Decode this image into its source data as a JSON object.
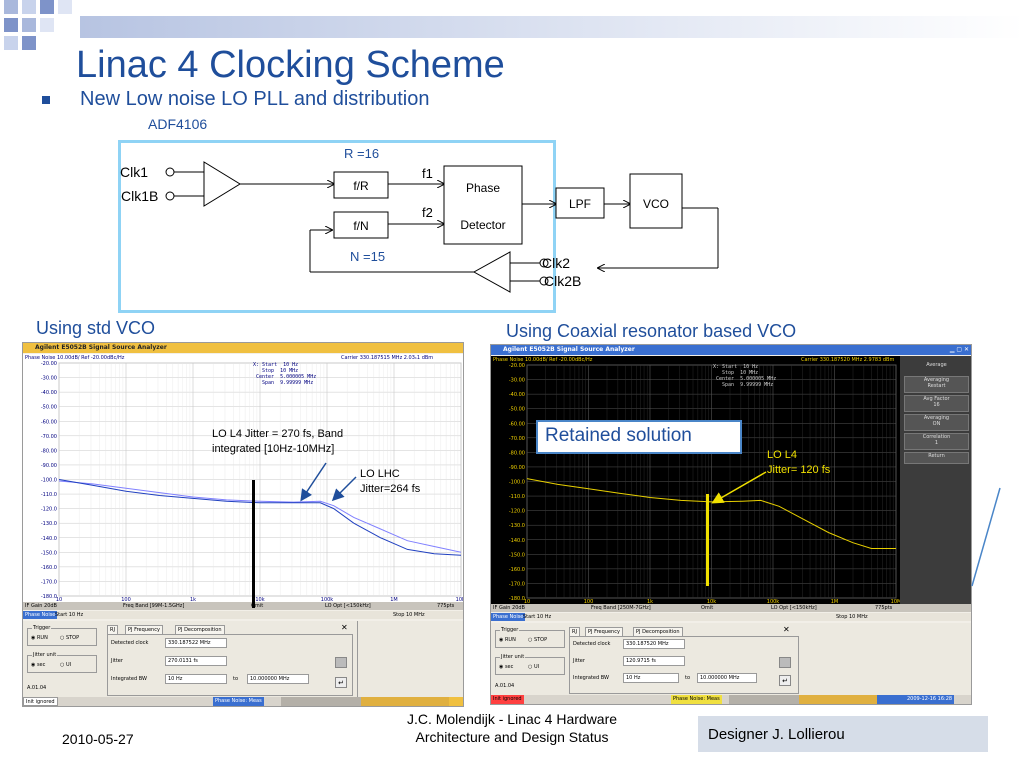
{
  "slide": {
    "title": "Linac 4 Clocking Scheme",
    "bullet": "New Low noise LO PLL and distribution",
    "chip": "ADF4106",
    "left_caption": "Using std VCO",
    "right_caption": "Using Coaxial resonator based VCO",
    "retained": "Retained solution",
    "footer_date": "2010-05-27",
    "footer_author_line1": "J.C.  Molendijk - Linac 4 Hardware",
    "footer_author_line2": "Architecture and Design Status",
    "designer": "Designer J. Lollierou",
    "accent_color": "#1f4e9b"
  },
  "diagram": {
    "clk1": "Clk1",
    "clk1b": "Clk1B",
    "clk2": "Clk2",
    "clk2b": "Clk2B",
    "r_label": "R =16",
    "n_label": "N =15",
    "f1": "f1",
    "f2": "f2",
    "div_r": "f/R",
    "div_n": "f/N",
    "pd_line1": "Phase",
    "pd_line2": "Detector",
    "lpf": "LPF",
    "vco": "VCO"
  },
  "left_analyzer": {
    "window_title": "Agilent E5052B Signal Source Analyzer",
    "plot_header": "Phase Noise 10.00dB/ Ref -20.00dBc/Hz",
    "carrier": "Carrier 330.187515 MHz      2.03₁1 dBm",
    "meas": "X: Start  10 Hz\n   Stop  10 MHz\n Center  5.000005 MHz\n   Span  9.99999 MHz",
    "y_ticks": [
      "-20.00",
      "-30.00",
      "-40.00",
      "-50.00",
      "-60.00",
      "-70.00",
      "-80.00",
      "-90.00",
      "-100.0",
      "-110.0",
      "-120.0",
      "-130.0",
      "-140.0",
      "-150.0",
      "-160.0",
      "-170.0",
      "-180.0"
    ],
    "x_ticks": [
      "10",
      "100",
      "1k",
      "10k",
      "100k",
      "1M",
      "10M"
    ],
    "status1": [
      "IF Gain 20dB",
      "Freq Band [99M-1.5GHz]",
      "Omit",
      "LO Opt [<150kHz]",
      "775pts"
    ],
    "status2": [
      "Phase Noise",
      "Start 10 Hz",
      "Stop 10 MHz"
    ],
    "annot1": "LO L4 Jitter = 270 fs, Band",
    "annot1b": "integrated [10Hz-10MHz]",
    "annot2": "LO LHC",
    "annot2b": "Jitter=264 fs",
    "trigger": "Trigger",
    "run": "RUN",
    "stop": "STOP",
    "jitter_unit": "Jitter unit",
    "sec": "sec",
    "ui": "UI",
    "version": "A.01.04",
    "tab_rj": "RJ",
    "tab_pj": "PJ Frequency",
    "tab_pjd": "PJ Decomposition",
    "detected_label": "Detected clock",
    "detected_value": "330.187522 MHz",
    "jitter_label": "Jitter",
    "jitter_value": "270.0131 fs",
    "ibw_label": "Integrated BW",
    "ibw_from": "10 Hz",
    "to_label": "to",
    "ibw_to": "10.000000 MHz",
    "init": "Init ignored",
    "bottom_meas": "Phase Noise: Meas"
  },
  "right_analyzer": {
    "window_title": "Agilent E5052B Signal Source Analyzer",
    "plot_header": "Phase Noise 10.00dB/ Ref -20.00dBc/Hz",
    "carrier": "Carrier 330.187520 MHz      2.9783 dBm",
    "meas": "X: Start  10 Hz\n   Stop  10 MHz\n Center  5.000005 MHz\n   Span  9.99999 MHz",
    "y_ticks": [
      "-20.00",
      "-30.00",
      "-40.00",
      "-50.00",
      "-60.00",
      "-70.00",
      "-80.00",
      "-90.00",
      "-100.0",
      "-110.0",
      "-120.0",
      "-130.0",
      "-140.0",
      "-150.0",
      "-160.0",
      "-170.0",
      "-180.0"
    ],
    "x_ticks": [
      "10",
      "100",
      "1k",
      "10k",
      "100k",
      "1M",
      "10M"
    ],
    "status1": [
      "IF Gain 20dB",
      "Freq Band [250M-7GHz]",
      "Omit",
      "LO Opt [<150kHz]",
      "775pts"
    ],
    "status2": [
      "Phase Noise",
      "Start 10 Hz",
      "Stop 10 MHz"
    ],
    "annot1": "LO L4",
    "annot1b": "Jitter= 120 fs",
    "side": [
      "Average",
      "Averaging",
      "Restart",
      "Avg Factor",
      "16",
      "Averaging",
      "ON",
      "Correlation",
      "1",
      "Return"
    ],
    "trigger": "Trigger",
    "run": "RUN",
    "stop": "STOP",
    "jitter_unit": "Jitter unit",
    "sec": "sec",
    "ui": "UI",
    "version": "A.01.04",
    "tab_rj": "RJ",
    "tab_pj": "PJ Frequency",
    "tab_pjd": "PJ Decomposition",
    "detected_label": "Detected clock",
    "detected_value": "330.187520 MHz",
    "jitter_label": "Jitter",
    "jitter_value": "120.9715 fs",
    "ibw_label": "Integrated BW",
    "ibw_from": "10 Hz",
    "to_label": "to",
    "ibw_to": "10.000000 MHz",
    "init": "Init ignored",
    "bottom_meas": "Phase Noise: Meas",
    "timestamp": "2009-12-16 16:28"
  }
}
